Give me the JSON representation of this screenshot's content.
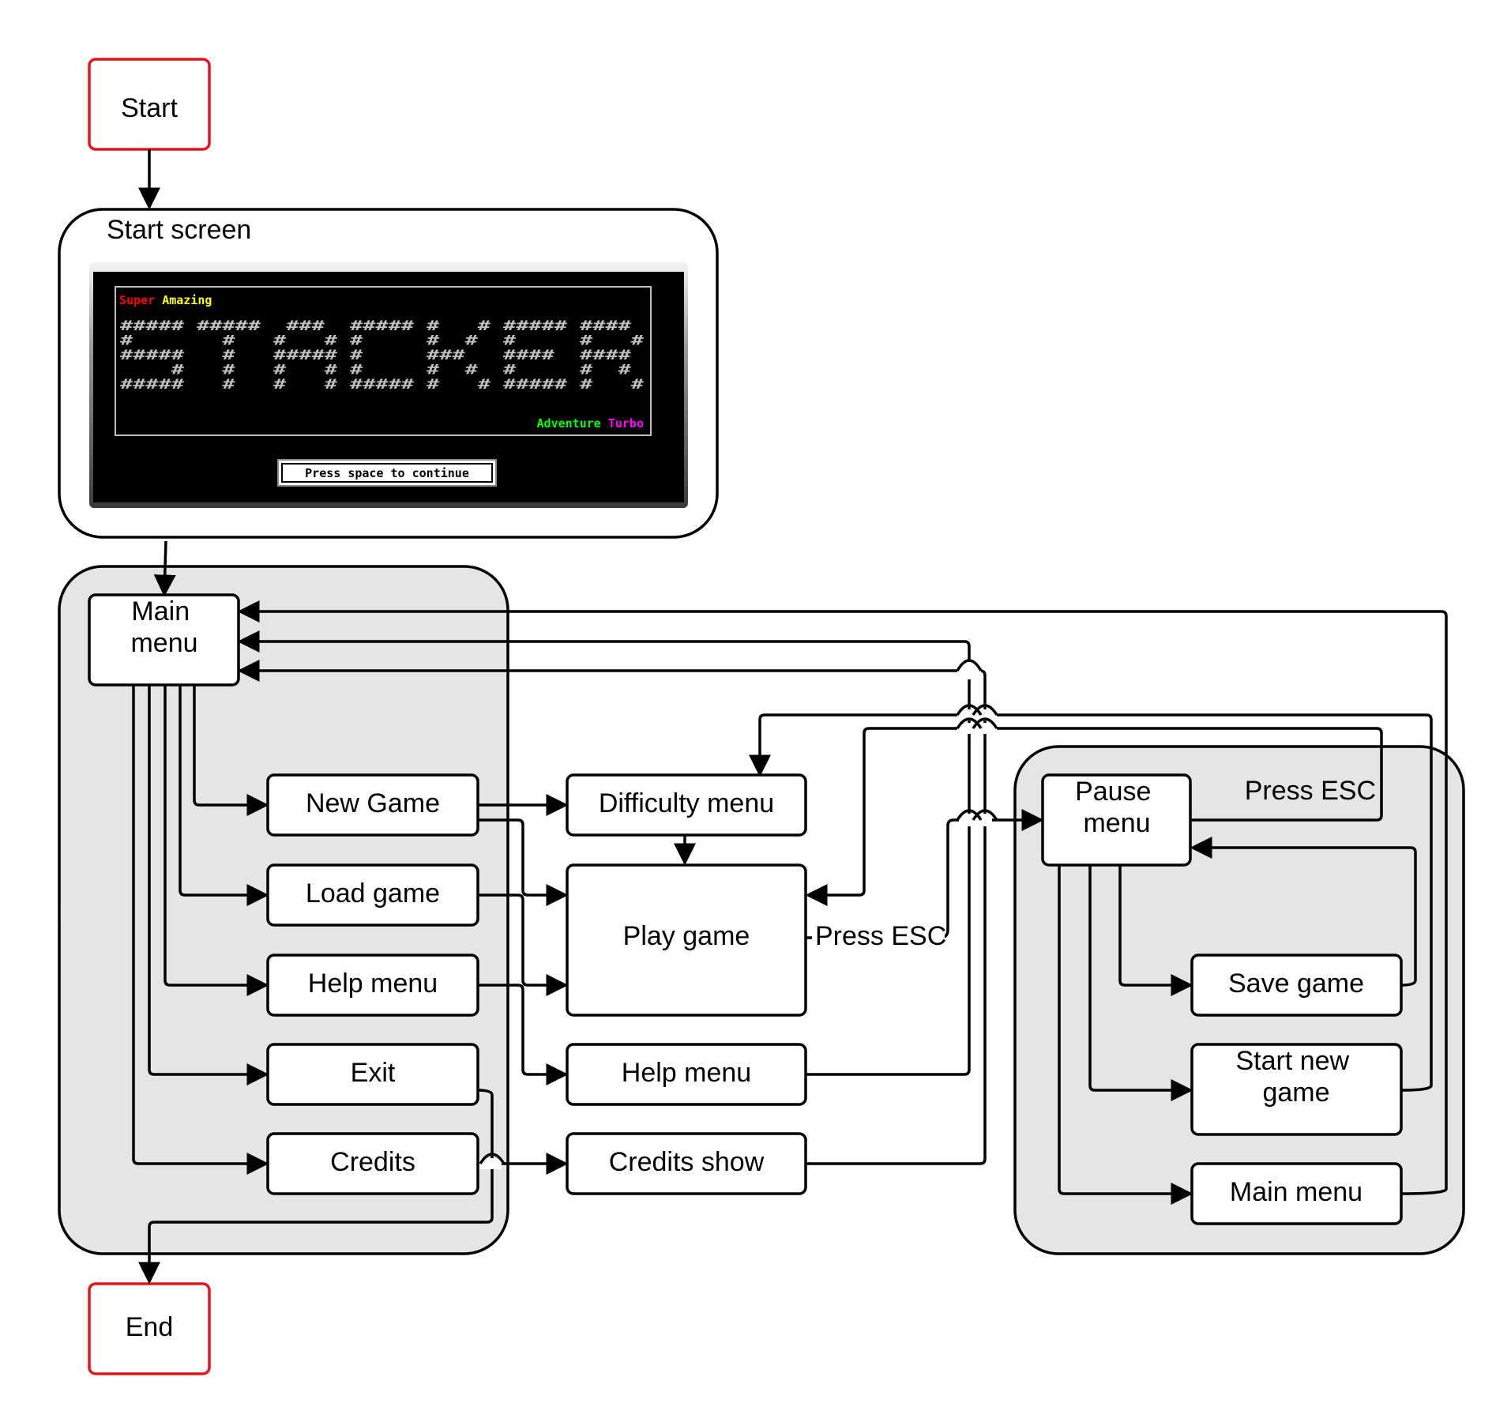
{
  "diagram": {
    "terminals": {
      "start": "Start",
      "end": "End"
    },
    "start_screen": {
      "label": "Start screen",
      "screenshot": {
        "tag_left": [
          "Super",
          "Amazing"
        ],
        "tag_right": [
          "Adventure",
          "Turbo"
        ],
        "title_logo": "STACKER",
        "prompt": "Press space to continue",
        "colors": {
          "super": "#ff0000",
          "amazing": "#ffff00",
          "adventure": "#00ff00",
          "turbo": "#ff00ff",
          "logo": "#bfbfbf",
          "background": "#000000"
        }
      }
    },
    "main_menu_group": {
      "main_menu": "Main\nmenu",
      "items": [
        "New Game",
        "Load game",
        "Help menu",
        "Exit",
        "Credits"
      ]
    },
    "middle": {
      "difficulty_menu": "Difficulty menu",
      "play_game": "Play game",
      "help_menu": "Help menu",
      "credits_show": "Credits show",
      "press_esc_edge": "Press ESC"
    },
    "pause_group": {
      "label": "Press ESC",
      "pause_menu": "Pause\nmenu",
      "items": [
        "Save game",
        "Start new\ngame",
        "Main menu"
      ]
    },
    "colors": {
      "terminal_border": "#e8141b",
      "group_fill": "#e5e5e5",
      "stroke": "#000000"
    }
  }
}
